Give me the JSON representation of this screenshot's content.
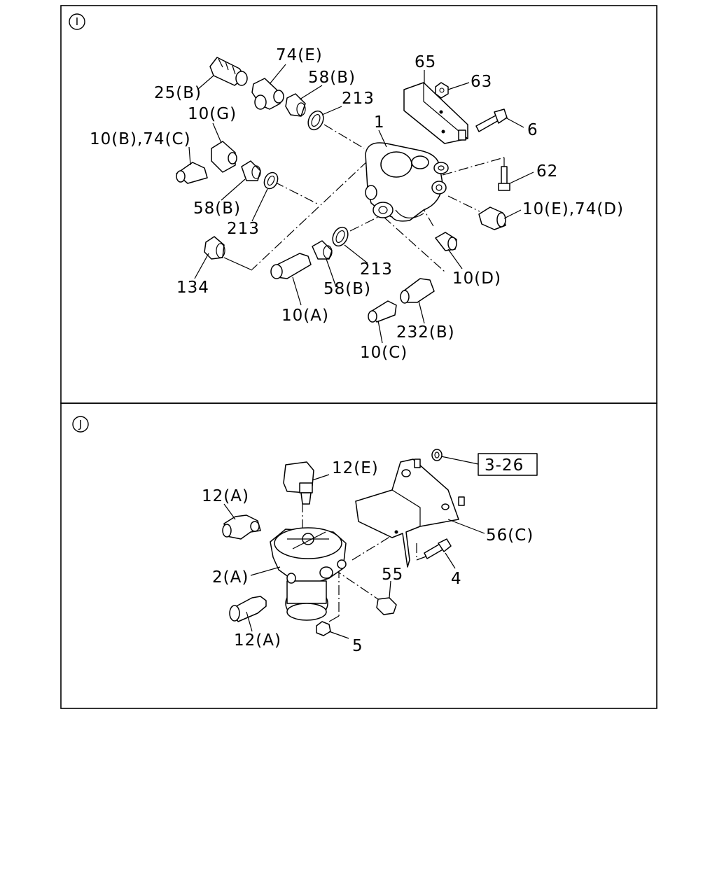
{
  "sections": [
    {
      "marker": "I"
    },
    {
      "marker": "J"
    }
  ],
  "labels_i": [
    "74(E)",
    "65",
    "25(B)",
    "58(B)",
    "63",
    "213",
    "10(G)",
    "1",
    "6",
    "10(B),74(C)",
    "62",
    "58(B)",
    "10(E),74(D)",
    "213",
    "134",
    "213",
    "10(D)",
    "58(B)",
    "10(A)",
    "232(B)",
    "10(C)"
  ],
  "labels_j": [
    "12(E)",
    "3-26",
    "12(A)",
    "56(C)",
    "2(A)",
    "55",
    "4",
    "12(A)",
    "5"
  ]
}
